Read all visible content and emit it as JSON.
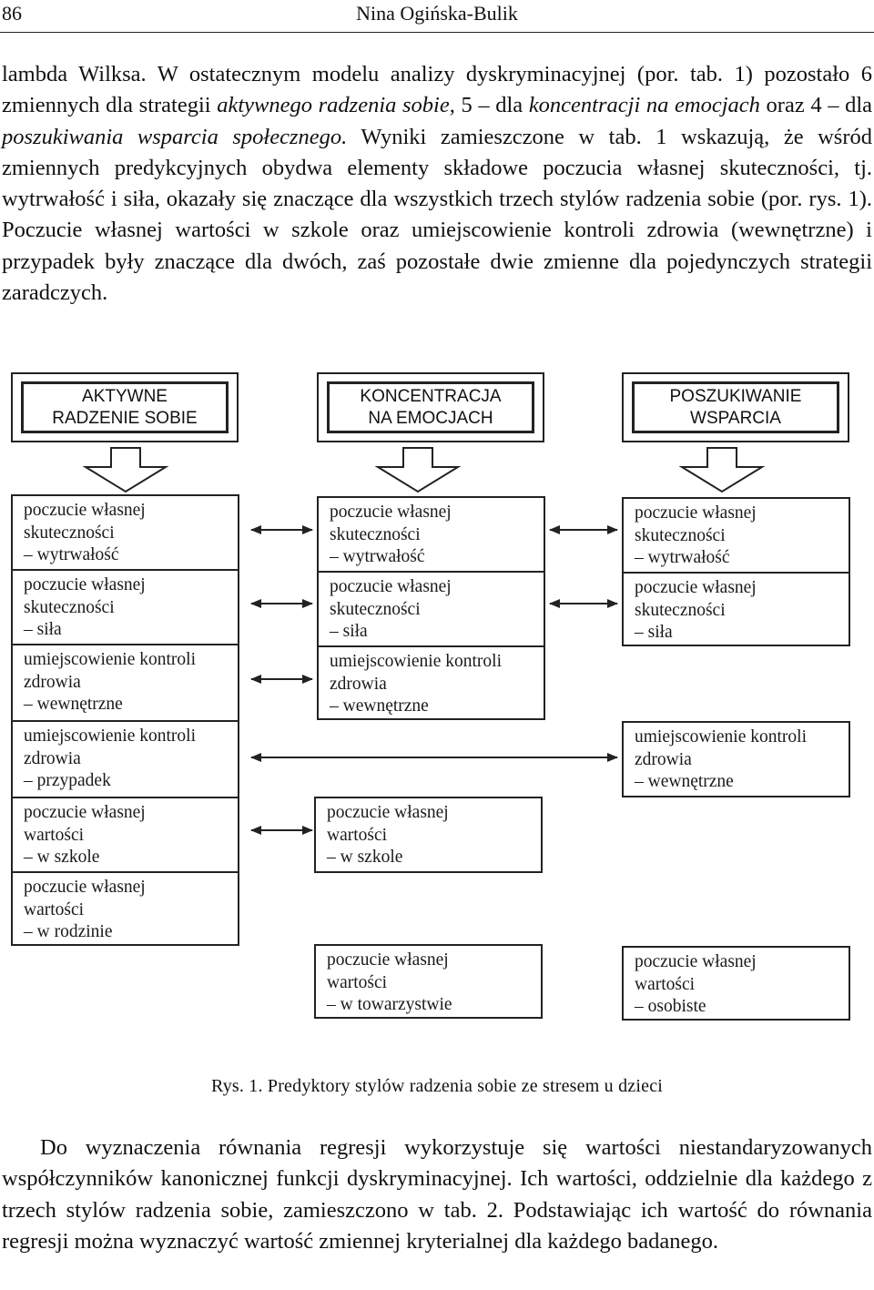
{
  "header": {
    "page_number": "86",
    "running_head": "Nina Ogińska-Bulik"
  },
  "para1": {
    "t1": "lambda Wilksa. W ostatecznym modelu analizy dyskryminacyjnej (por. tab. 1) pozostało 6 zmiennych dla strategii ",
    "i1": "aktywnego radzenia sobie",
    "t2": ", 5 – dla ",
    "i2": "koncentracji na emocjach",
    "t3": " oraz 4 – dla ",
    "i3": "poszukiwania wsparcia społecznego.",
    "t4": " Wyniki zamieszczone w tab. 1 wskazują, że wśród zmiennych predykcyjnych obydwa elementy składowe poczucia własnej skuteczności, tj. wytrwałość i siła, okazały się znaczące dla wszystkich trzech stylów radzenia sobie (por. rys. 1). Poczucie własnej wartości w szkole oraz umiejscowienie kontroli zdrowia (wewnętrzne) i przypadek były znaczące dla dwóch, zaś pozostałe dwie zmienne dla pojedynczych strategii zaradczych."
  },
  "diagram": {
    "headers": [
      {
        "line1": "AKTYWNE",
        "line2": "RADZENIE SOBIE"
      },
      {
        "line1": "KONCENTRACJA",
        "line2": "NA EMOCJACH"
      },
      {
        "line1": "POSZUKIWANIE",
        "line2": "WSPARCIA"
      }
    ],
    "left": [
      {
        "l1": "poczucie własnej",
        "l2": "skuteczności",
        "l3": "– wytrwałość"
      },
      {
        "l1": "poczucie własnej",
        "l2": "skuteczności",
        "l3": "– siła"
      },
      {
        "l1": "umiejscowienie kontroli",
        "l2": "zdrowia",
        "l3": "– wewnętrzne"
      },
      {
        "l1": "umiejscowienie kontroli",
        "l2": "zdrowia",
        "l3": "– przypadek"
      },
      {
        "l1": "poczucie własnej",
        "l2": "wartości",
        "l3": "– w szkole"
      },
      {
        "l1": "poczucie własnej",
        "l2": "wartości",
        "l3": "– w rodzinie"
      }
    ],
    "middle_top": [
      {
        "l1": "poczucie własnej",
        "l2": "skuteczności",
        "l3": "– wytrwałość"
      },
      {
        "l1": "poczucie własnej",
        "l2": "skuteczności",
        "l3": "– siła"
      },
      {
        "l1": "umiejscowienie kontroli",
        "l2": "zdrowia",
        "l3": "– wewnętrzne"
      }
    ],
    "middle_school": {
      "l1": "poczucie własnej",
      "l2": "wartości",
      "l3": "– w szkole"
    },
    "middle_peers": {
      "l1": "poczucie własnej",
      "l2": "wartości",
      "l3": "– w towarzystwie"
    },
    "right_top": [
      {
        "l1": "poczucie własnej",
        "l2": "skuteczności",
        "l3": "– wytrwałość"
      },
      {
        "l1": "poczucie własnej",
        "l2": "skuteczności",
        "l3": "– siła"
      }
    ],
    "right_health": {
      "l1": "umiejscowienie kontroli",
      "l2": "zdrowia",
      "l3": "– wewnętrzne"
    },
    "right_personal": {
      "l1": "poczucie własnej",
      "l2": "wartości",
      "l3": "– osobiste"
    }
  },
  "caption": "Rys. 1. Predyktory stylów radzenia sobie ze stresem u dzieci",
  "para2": "Do wyznaczenia równania regresji wykorzystuje się wartości niestandaryzowanych współczynników kanonicznej funkcji dyskryminacyjnej. Ich wartości, oddzielnie dla każdego z trzech stylów radzenia sobie, zamieszczono w tab. 2. Podstawiając ich wartość do równania regresji można wyznaczyć wartość zmiennej kryterialnej dla każdego badanego."
}
